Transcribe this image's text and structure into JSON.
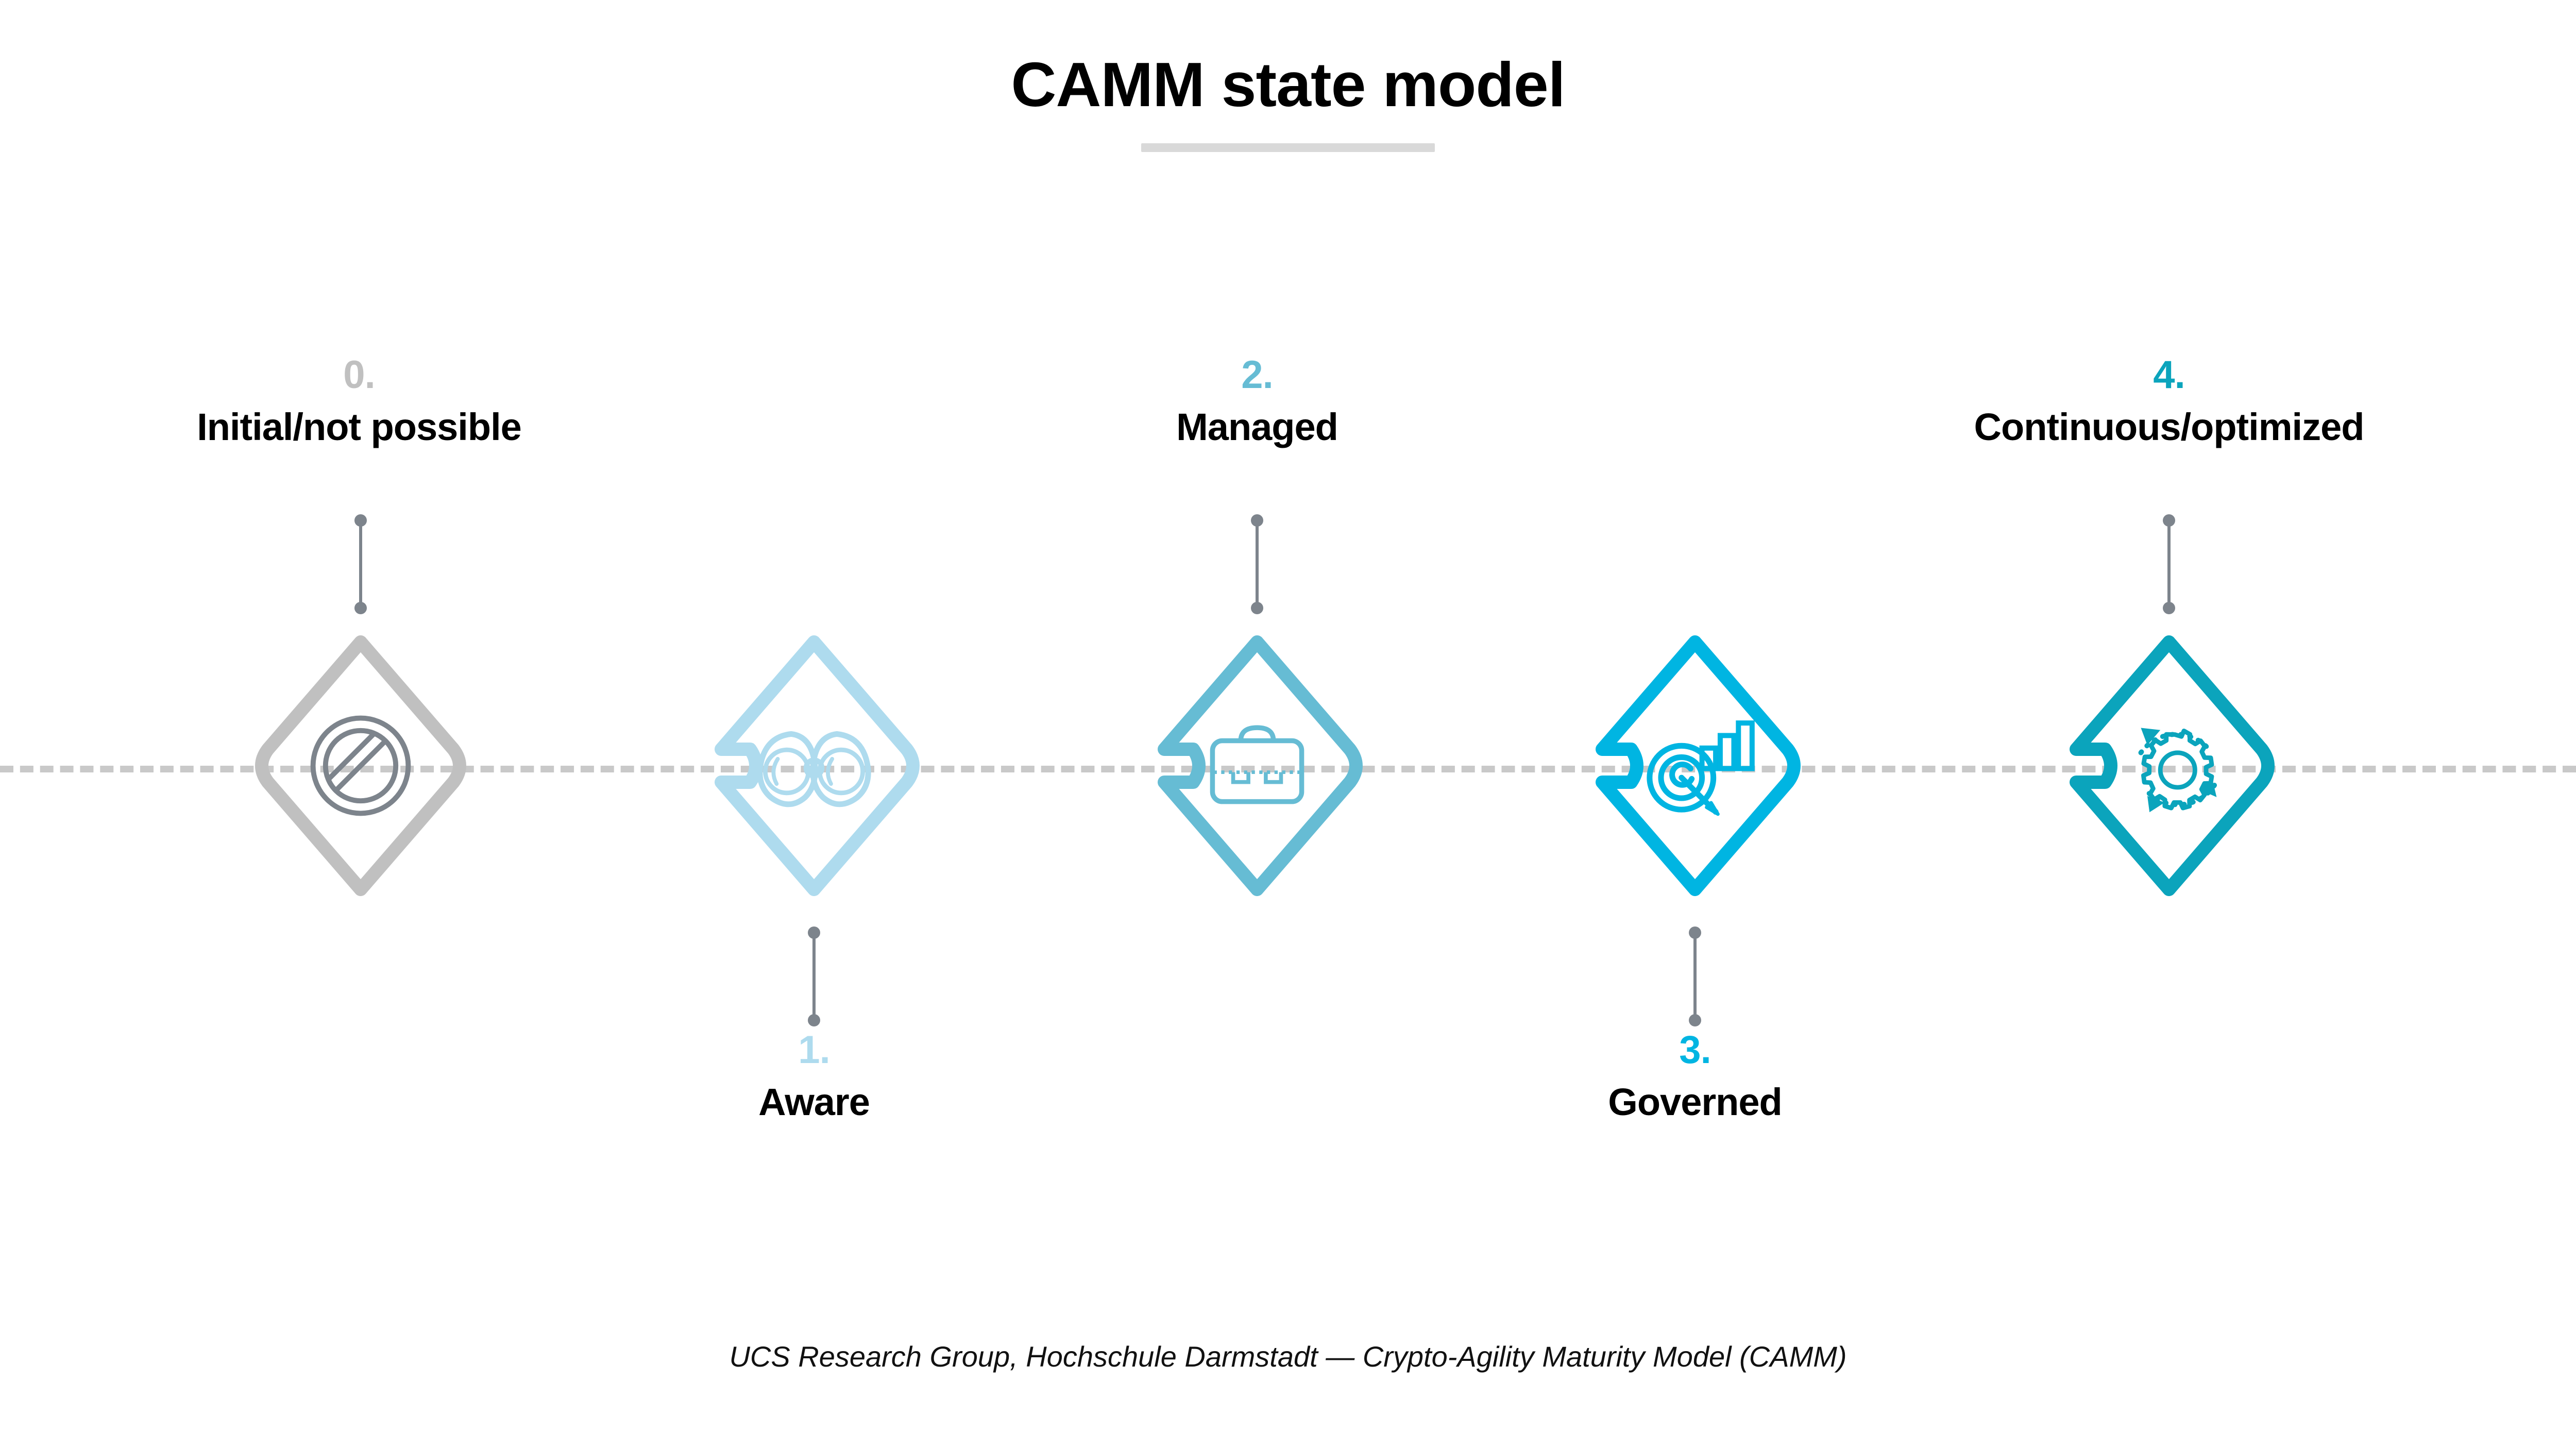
{
  "header": {
    "title": "CAMM state model"
  },
  "footer": {
    "caption": "UCS Research Group, Hochschule Darmstadt — Crypto-Agility Maturity Model (CAMM)"
  },
  "colors": {
    "stage_0": "#c0c0c0",
    "stage_0_icon": "#7d848c",
    "stage_1": "#aedbee",
    "stage_2": "#66bcd4",
    "stage_3": "#00b5e2",
    "stage_4": "#0ba4bc",
    "baseline": "#c9c9c9",
    "connector": "#7d848c",
    "title": "#000000",
    "title_rule": "#d9d9d9",
    "label_name": "#000000"
  },
  "stages": [
    {
      "number": "0.",
      "name": "Initial/not possible",
      "icon": "prohibited-icon",
      "color": "#c0c0c0",
      "icon_color": "#7d848c",
      "label_position": "above",
      "notched": false
    },
    {
      "number": "1.",
      "name": "Aware",
      "icon": "binoculars-icon",
      "color": "#aedbee",
      "icon_color": "#aedbee",
      "label_position": "below",
      "notched": true
    },
    {
      "number": "2.",
      "name": "Managed",
      "icon": "briefcase-icon",
      "color": "#66bcd4",
      "icon_color": "#66bcd4",
      "label_position": "above",
      "notched": true
    },
    {
      "number": "3.",
      "name": "Governed",
      "icon": "target-barchart-icon",
      "color": "#00b5e2",
      "icon_color": "#00b5e2",
      "label_position": "below",
      "notched": true
    },
    {
      "number": "4.",
      "name": "Continuous/optimized",
      "icon": "gear-cycle-icon",
      "color": "#0ba4bc",
      "icon_color": "#0ba4bc",
      "label_position": "above",
      "notched": true
    }
  ]
}
